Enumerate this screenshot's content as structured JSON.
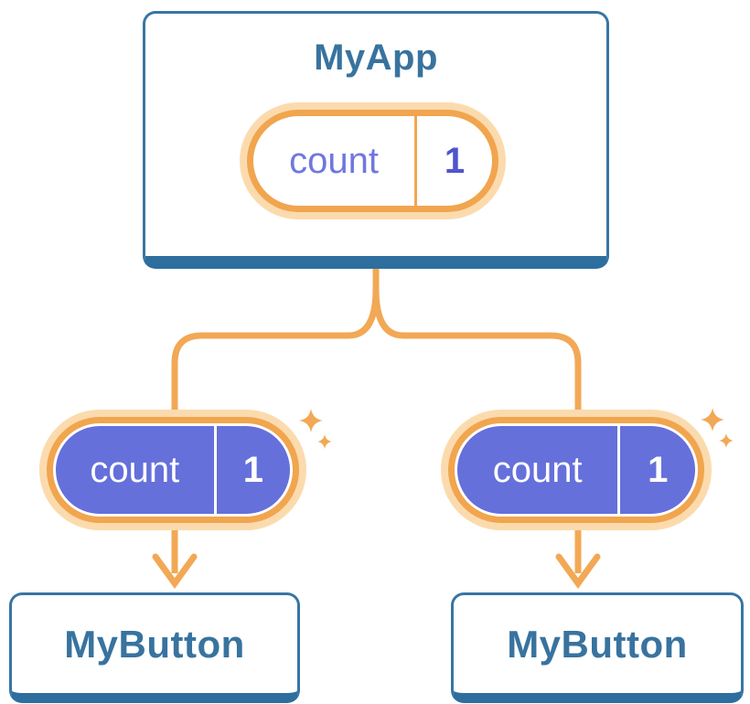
{
  "palette": {
    "card_border": "#3875a5",
    "card_shadow": "#2e6e9e",
    "heading_text": "#38739f",
    "connector_orange": "#f2a855",
    "pill_ring": "#f1a54e",
    "pill_glow": "#fbdbae",
    "pill_purple": "#6570db",
    "state_name_text": "#7077df",
    "state_value_text": "#4f55cd"
  },
  "tree": {
    "root": {
      "label": "MyApp",
      "state": {
        "name": "count",
        "value": "1"
      }
    },
    "children": [
      {
        "label": "MyButton",
        "state": {
          "name": "count",
          "value": "1"
        }
      },
      {
        "label": "MyButton",
        "state": {
          "name": "count",
          "value": "1"
        }
      }
    ]
  }
}
